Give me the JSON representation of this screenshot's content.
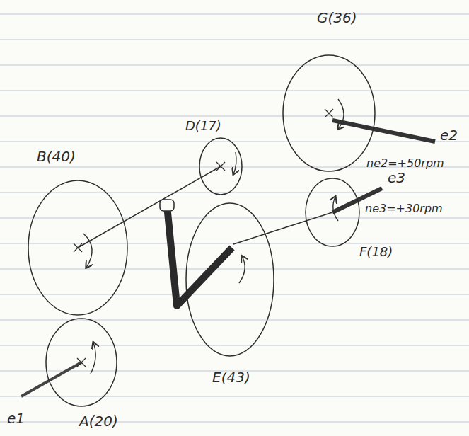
{
  "diagram": {
    "labels": [
      "G(36)",
      "e2",
      "ne2=+50rpm",
      "D(17)",
      "B(40)",
      "e3",
      "ne3=+30rpm",
      "F(18)",
      "E(43)",
      "e1",
      "A(20)"
    ]
  }
}
